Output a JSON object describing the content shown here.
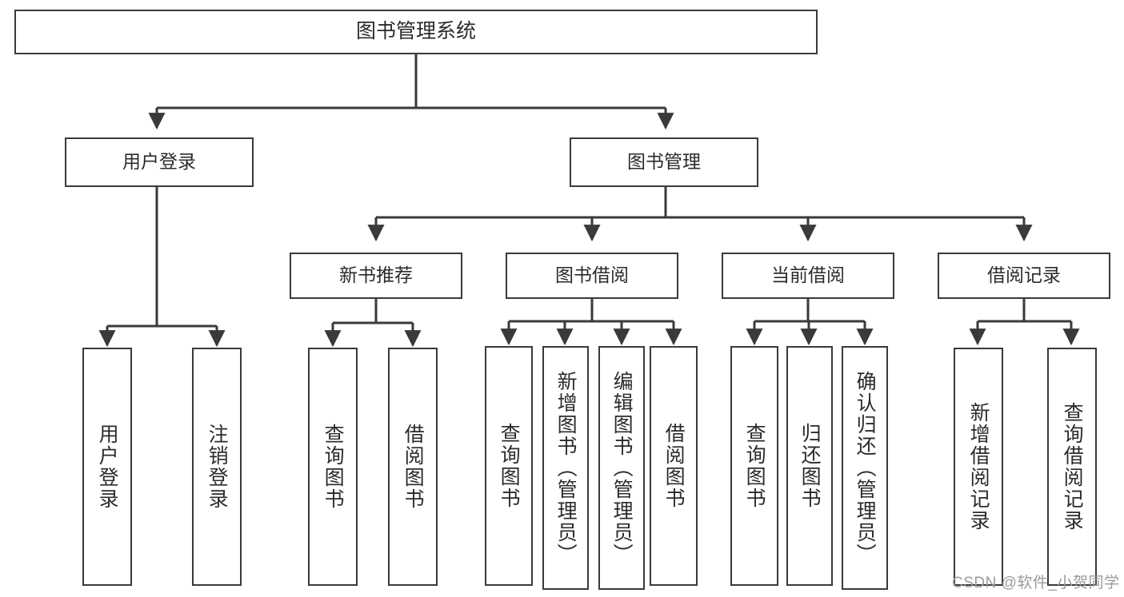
{
  "diagram": {
    "type": "tree",
    "title": "图书管理系统",
    "root": {
      "label": "图书管理系统"
    },
    "level2": [
      {
        "label": "用户登录"
      },
      {
        "label": "图书管理"
      }
    ],
    "level3": [
      {
        "label": "新书推荐"
      },
      {
        "label": "图书借阅"
      },
      {
        "label": "当前借阅"
      },
      {
        "label": "借阅记录"
      }
    ],
    "leaves": {
      "user_login": [
        {
          "label": "用户登录"
        },
        {
          "label": "注销登录"
        }
      ],
      "new_book_recommend": [
        {
          "label": "查询图书"
        },
        {
          "label": "借阅图书"
        }
      ],
      "book_borrow": [
        {
          "label": "查询图书"
        },
        {
          "label": "新增图书（管理员）"
        },
        {
          "label": "编辑图书（管理员）"
        },
        {
          "label": "借阅图书"
        }
      ],
      "current_borrow": [
        {
          "label": "查询图书"
        },
        {
          "label": "归还图书"
        },
        {
          "label": "确认归还（管理员）"
        }
      ],
      "borrow_record": [
        {
          "label": "新增借阅记录"
        },
        {
          "label": "查询借阅记录"
        }
      ]
    }
  },
  "watermark": {
    "text": "CSDN @软件_小贺同学"
  },
  "colors": {
    "stroke": "#3a3a3a",
    "background": "#ffffff",
    "text": "#2b2b2b",
    "watermark": "#9a9a9a"
  }
}
